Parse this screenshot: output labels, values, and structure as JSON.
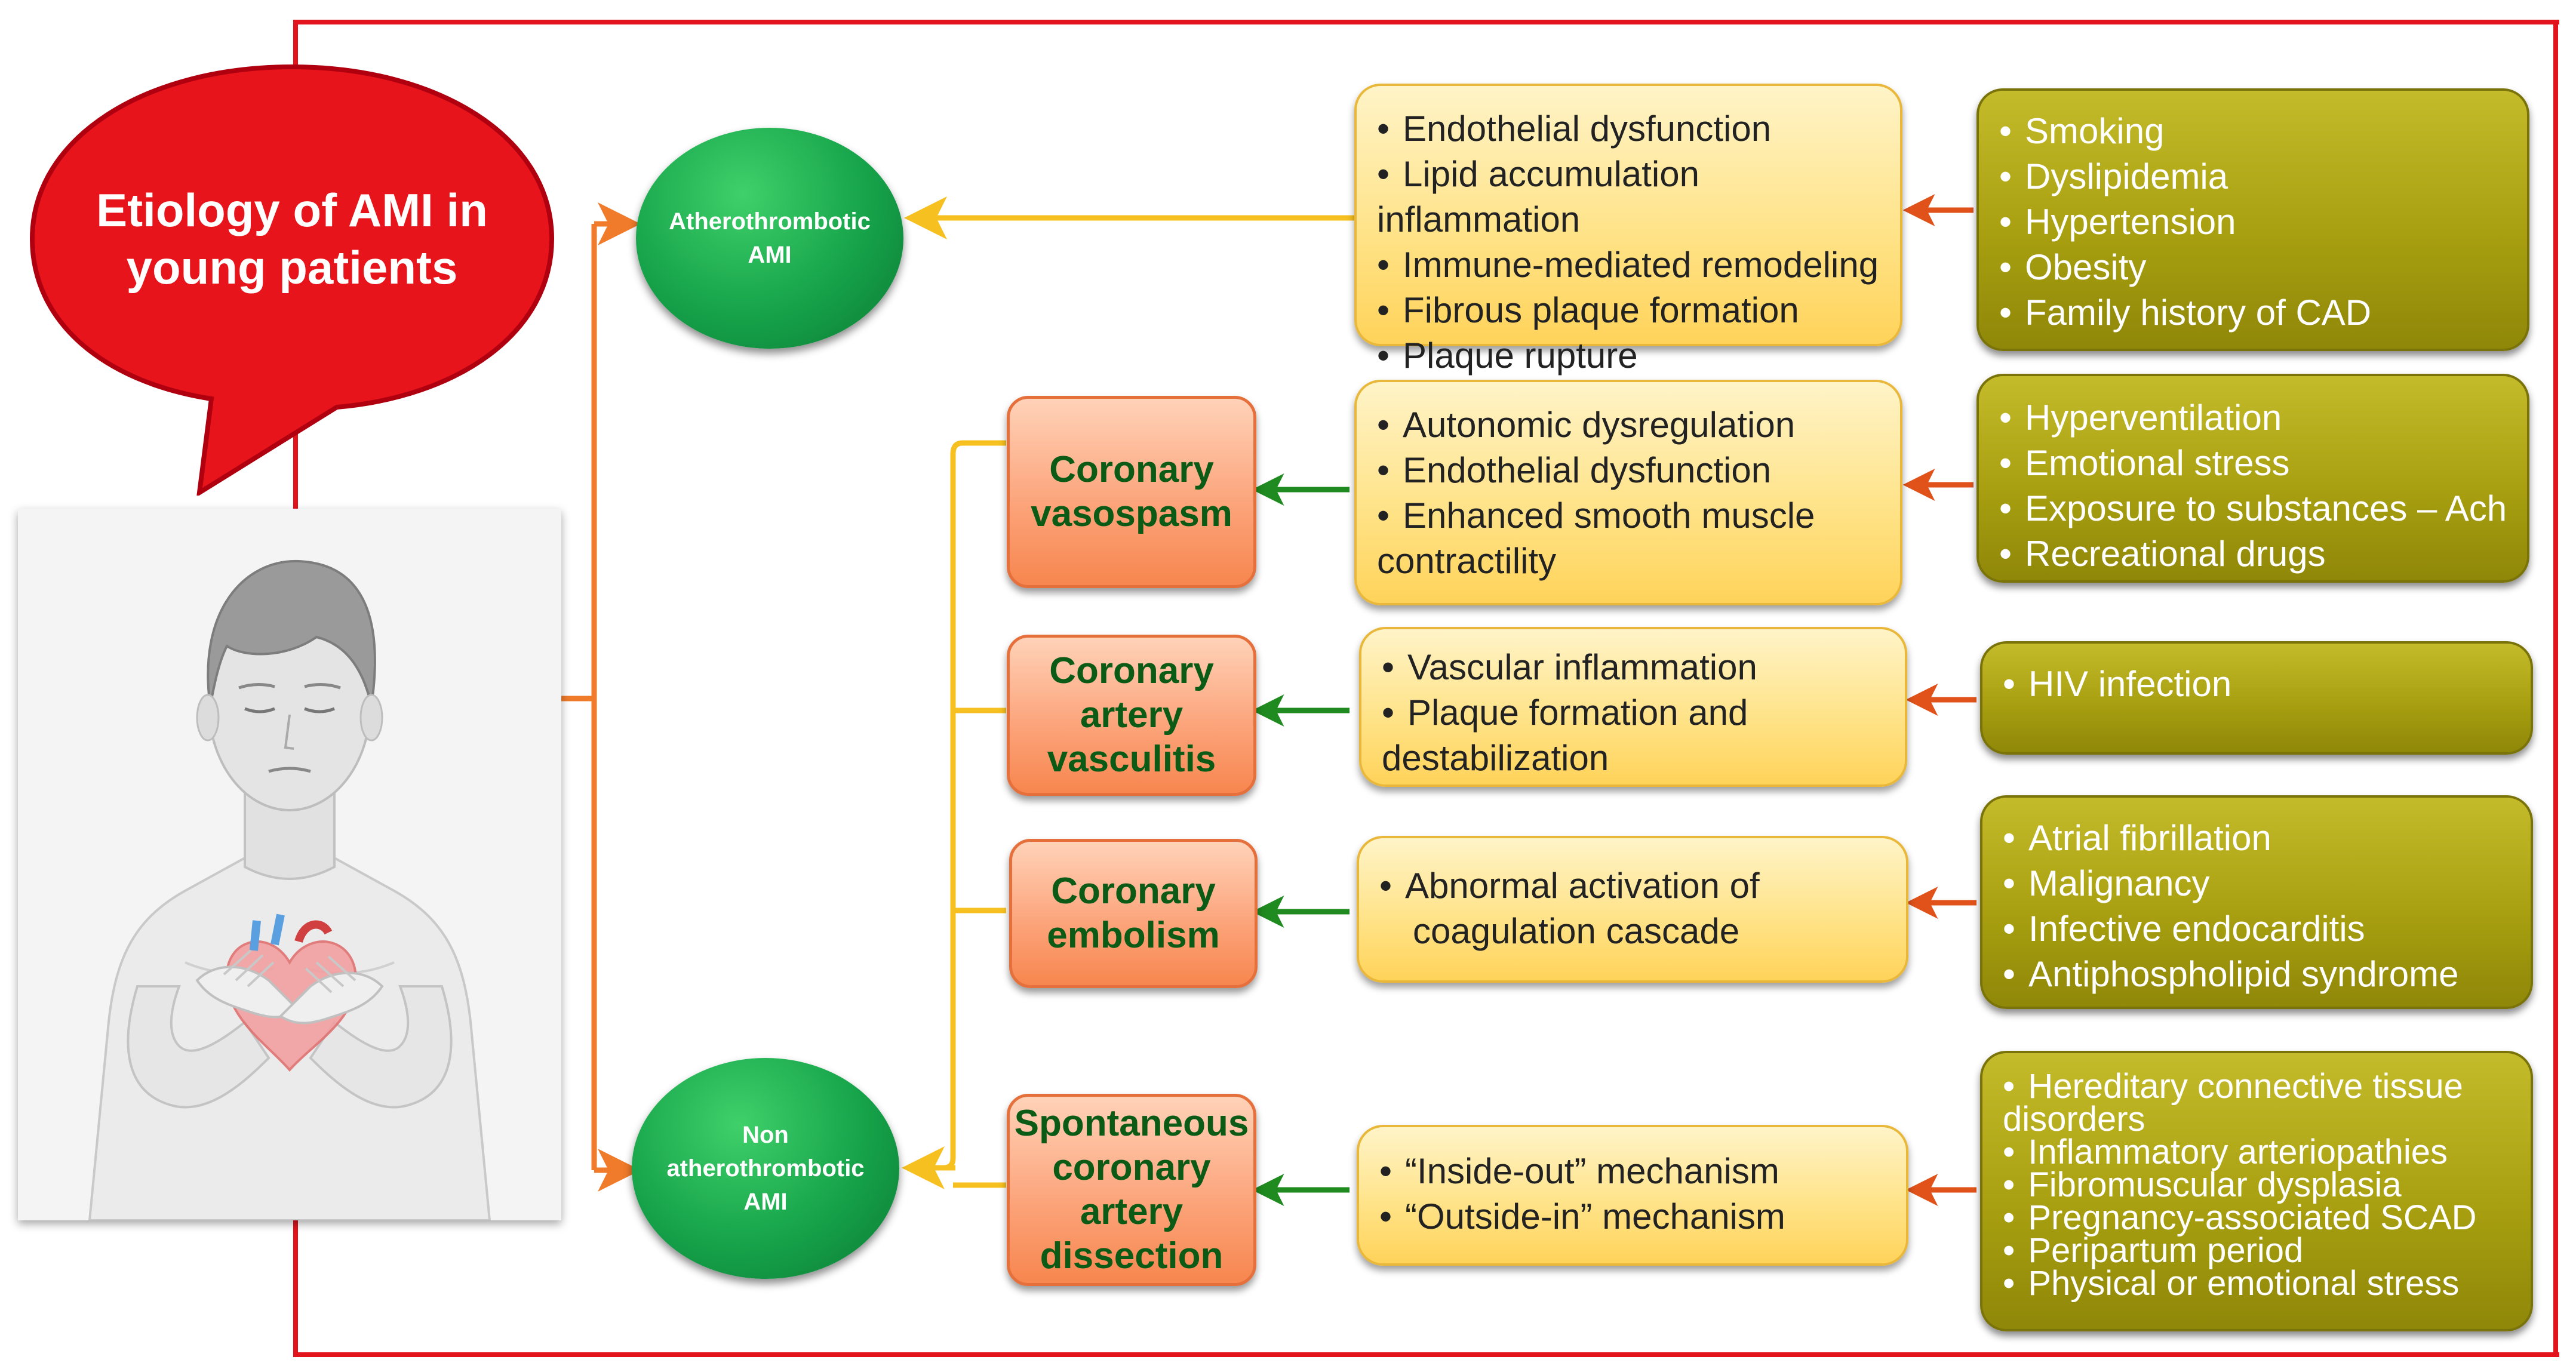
{
  "title": "Etiology of AMI in young patients",
  "colors": {
    "frame": "#e2141c",
    "orange_arrow": "#f07b2a",
    "yellow_bracket": "#f5c020",
    "green_arrow": "#1f8a1f",
    "red_arrow": "#e0521a"
  },
  "categories": {
    "atherothrombotic": "Atherothrombotic\nAMI",
    "non_atherothrombotic": "Non\natherothrombotic\nAMI"
  },
  "mechanisms": [
    {
      "label": "Coronary\nvasospasm"
    },
    {
      "label": "Coronary\nartery\nvasculitis"
    },
    {
      "label": "Coronary\nembolism"
    },
    {
      "label": "Spontaneous\ncoronary\nartery\ndissection"
    }
  ],
  "pathways": {
    "athero": [
      "Endothelial dysfunction",
      "Lipid accumulation inflammation",
      "Immune-mediated remodeling",
      "Fibrous plaque formation",
      "Plaque rupture"
    ],
    "vasospasm": [
      "Autonomic dysregulation",
      "Endothelial dysfunction",
      "Enhanced smooth muscle",
      "contractility"
    ],
    "vasculitis": [
      "Vascular inflammation",
      "Plaque formation and",
      "destabilization"
    ],
    "embolism": [
      "Abnormal activation of",
      "coagulation cascade"
    ],
    "dissection": [
      "“Inside-out” mechanism",
      "“Outside-in” mechanism"
    ]
  },
  "risk_factors": {
    "athero": [
      "Smoking",
      "Dyslipidemia",
      "Hypertension",
      "Obesity",
      "Family history of CAD"
    ],
    "vasospasm": [
      "Hyperventilation",
      "Emotional stress",
      "Exposure to substances – Ach",
      "Recreational drugs"
    ],
    "vasculitis": [
      "HIV infection"
    ],
    "embolism": [
      "Atrial fibrillation",
      "Malignancy",
      "Infective endocarditis",
      "Antiphospholipid syndrome"
    ],
    "dissection": [
      "Hereditary connective tissue",
      "disorders",
      "Inflammatory arteriopathies",
      "Fibromuscular dysplasia",
      "Pregnancy-associated SCAD",
      "Peripartum period",
      "Physical or emotional stress"
    ]
  },
  "bullet": "•",
  "icons": [
    "speech-bubble",
    "person-chest-pain-heart-illustration"
  ]
}
